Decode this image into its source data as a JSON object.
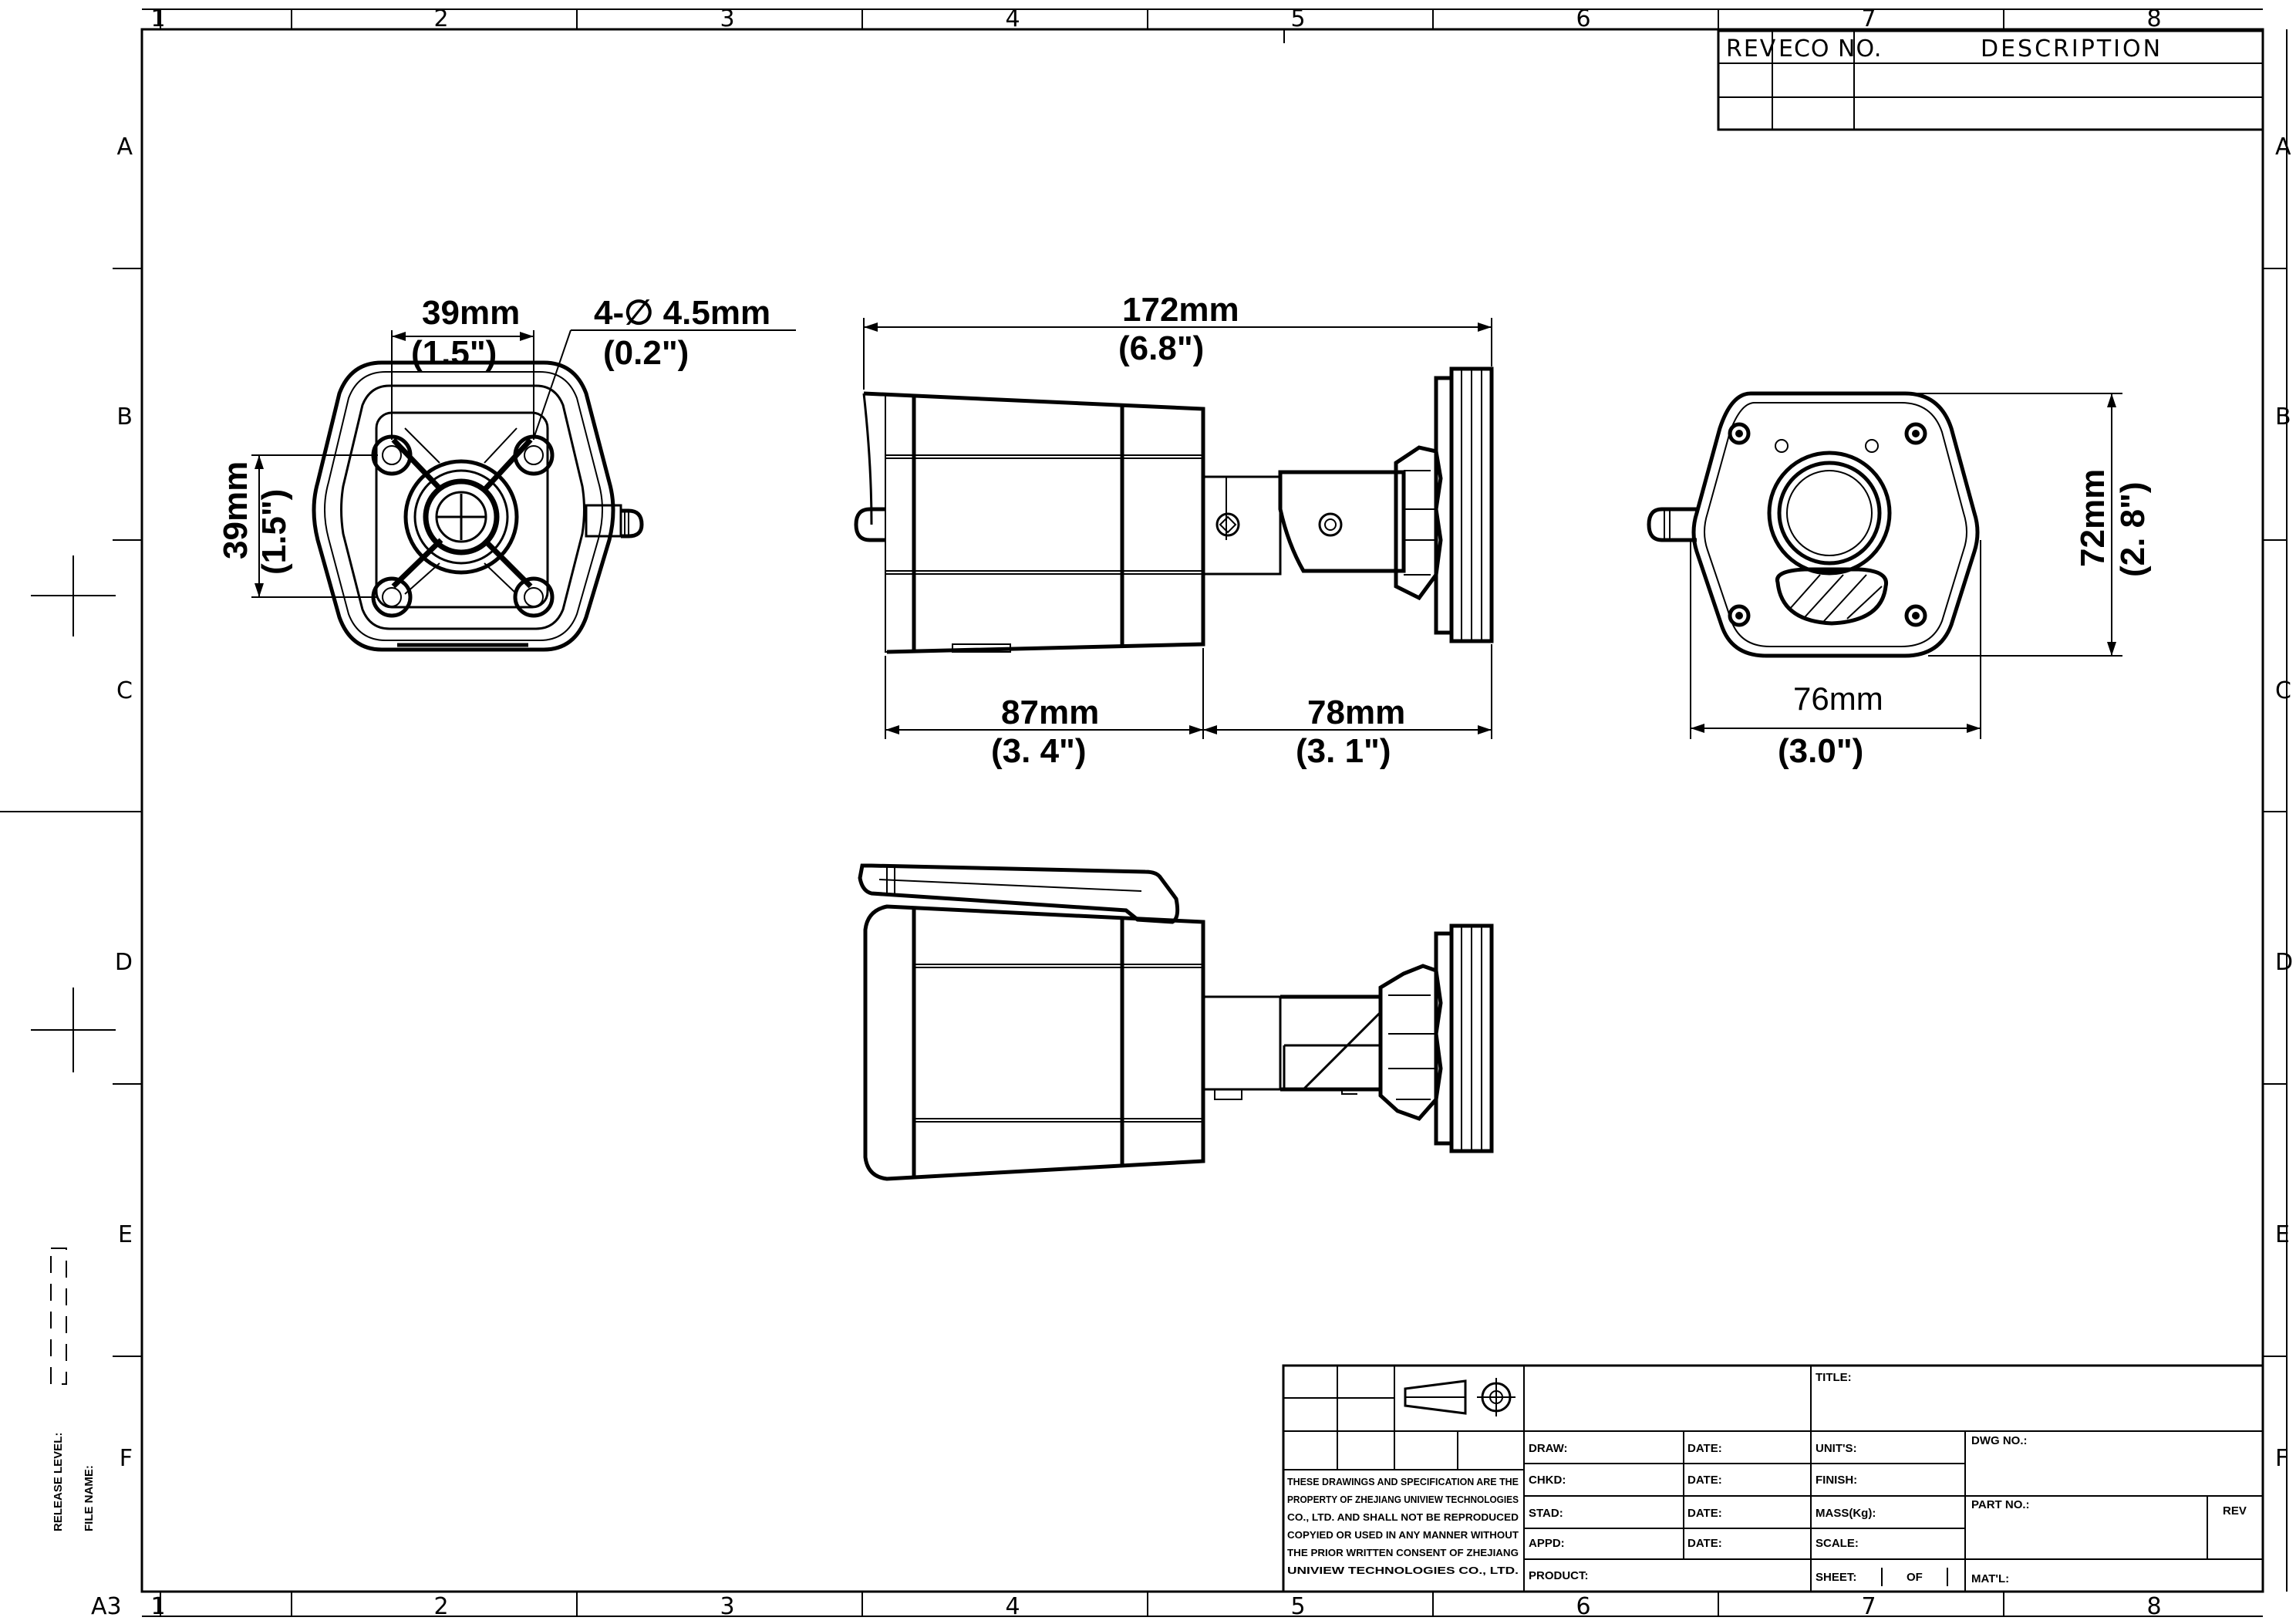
{
  "sheet_size": "A3",
  "zone_columns": [
    "1",
    "2",
    "3",
    "4",
    "5",
    "6",
    "7",
    "8"
  ],
  "zone_rows": [
    "A",
    "B",
    "C",
    "D",
    "E",
    "F"
  ],
  "revision_table": {
    "headers": [
      "REV",
      "ECO NO.",
      "DESCRIPTION"
    ]
  },
  "release": {
    "release_level_label": "RELEASE LEVEL:",
    "file_name_label": "FILE NAME:"
  },
  "dimensions": {
    "front": {
      "width": "39mm",
      "width_in": "(1.5\")",
      "height": "39mm",
      "height_in": "(1.5\")",
      "holes": "4-∅ 4.5mm",
      "holes_in": "(0.2\")"
    },
    "side": {
      "total": "172mm",
      "total_in": "(6.8\")",
      "body": "87mm",
      "body_in": "(3. 4\")",
      "mount": "78mm",
      "mount_in": "(3. 1\")"
    },
    "rear": {
      "height": "72mm",
      "height_in": "(2. 8\")",
      "width": "76mm",
      "width_in": "(3.0\")"
    }
  },
  "title_block": {
    "notice": [
      "THESE DRAWINGS AND SPECIFICATION ARE THE",
      "PROPERTY OF ZHEJIANG UNIVIEW TECHNOLOGIES",
      "CO., LTD. AND SHALL NOT BE REPRODUCED",
      "COPYIED OR USED IN ANY MANNER WITHOUT",
      "THE PRIOR WRITTEN CONSENT OF ZHEJIANG",
      "UNIVIEW TECHNOLOGIES CO., LTD."
    ],
    "draw": "DRAW:",
    "chkd": "CHKD:",
    "stad": "STAD:",
    "appd": "APPD:",
    "date": "DATE:",
    "product": "PRODUCT:",
    "title": "TITLE:",
    "units": "UNIT'S:",
    "finish": "FINISH:",
    "mass": "MASS(Kg):",
    "scale": "SCALE:",
    "sheet": "SHEET:",
    "of": "OF",
    "dwg_no": "DWG NO.:",
    "part_no": "PART NO.:",
    "rev": "REV",
    "matl": "MAT'L:"
  }
}
